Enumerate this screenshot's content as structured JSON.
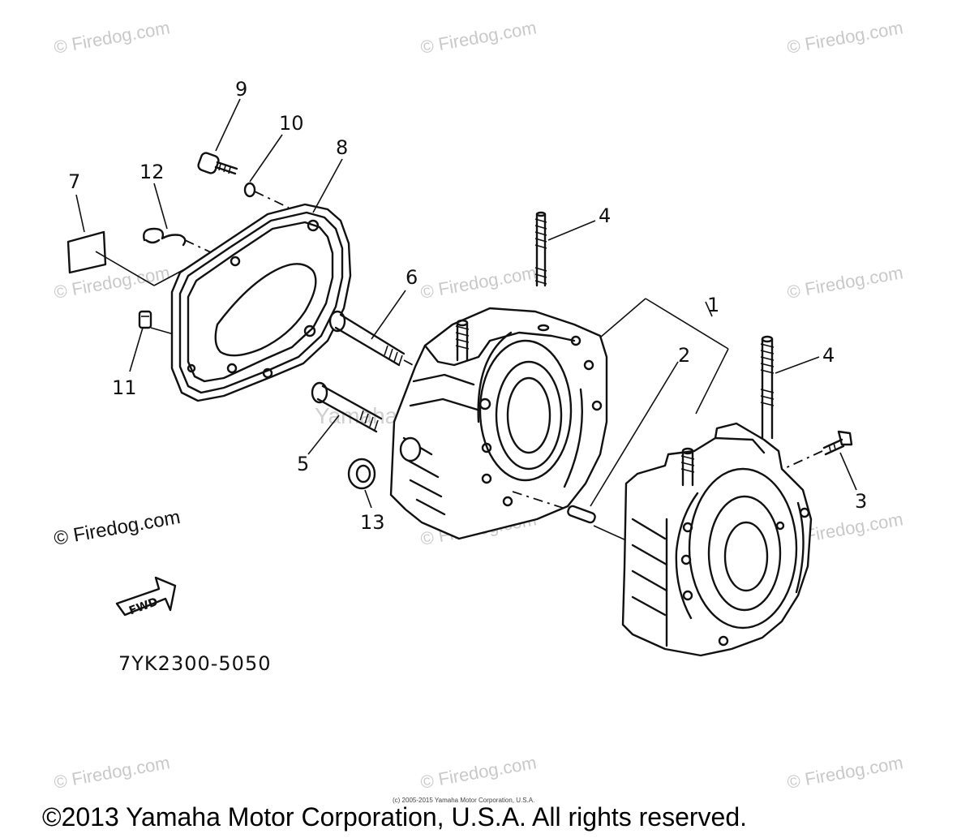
{
  "watermarks": {
    "site": "© Firedog.com",
    "center": "Yamaha Motor Corp., U.S.A."
  },
  "callouts": {
    "c1": "1",
    "c2": "2",
    "c3": "3",
    "c4a": "4",
    "c4b": "4",
    "c5": "5",
    "c6": "6",
    "c7": "7",
    "c8": "8",
    "c9": "9",
    "c10": "10",
    "c11": "11",
    "c12": "12",
    "c13": "13"
  },
  "fwd_label": "FWD",
  "diagram_code": "7YK2300-5050",
  "small_notice": "(c) 2005-2015 Yamaha Motor Corporation, U.S.A.",
  "copyright": "©2013 Yamaha Motor Corporation, U.S.A. All rights reserved."
}
